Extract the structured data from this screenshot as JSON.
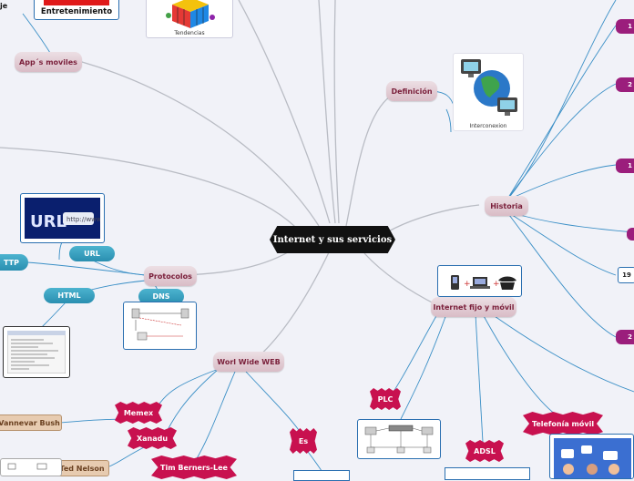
{
  "central": "Internet y sus servicios",
  "topics": {
    "apps": "App´s moviles",
    "definicion": "Definición",
    "historia": "Historia",
    "protocolos": "Protocolos",
    "www": "Worl Wide WEB",
    "fijo_movil": "Internet fijo y móvil"
  },
  "protocol_children": {
    "url": "URL",
    "http": "TTP",
    "html": "HTML",
    "dns": "DNS"
  },
  "www_children": {
    "memex": "Memex",
    "xanadu": "Xanadu",
    "tim": "Tim Berners-Lee",
    "es": "Es",
    "vannevar": "Vannevar Bush",
    "ted": "Ted Nelson"
  },
  "fijo_children": {
    "plc": "PLC",
    "adsl": "ADSL",
    "telefonia": "Telefonía móvil"
  },
  "apps_children": {
    "entretenimiento": "Entretenimiento",
    "partial_left": "je",
    "tendencias": "Tendencias"
  },
  "definicion_children": {
    "interconexion": "Interconexion"
  },
  "historia_children": {
    "h1": "1",
    "h2": "2",
    "h3": "1",
    "h4": "2",
    "year": "19"
  },
  "colors": {
    "background": "#f1f2f8",
    "link": "#b9bcc4",
    "blue_link": "#3a8fc6",
    "topic": "#d9bcc6",
    "protocol": "#2a8fb0",
    "accent": "#c8114f",
    "history": "#9b1e7c"
  },
  "icons": [
    "rubik-cube-icon",
    "globe-network-icon",
    "url-bar-icon",
    "phone-laptop-icon",
    "network-diagram-icon",
    "dns-diagram-icon",
    "html-window-icon",
    "devices-icon"
  ]
}
